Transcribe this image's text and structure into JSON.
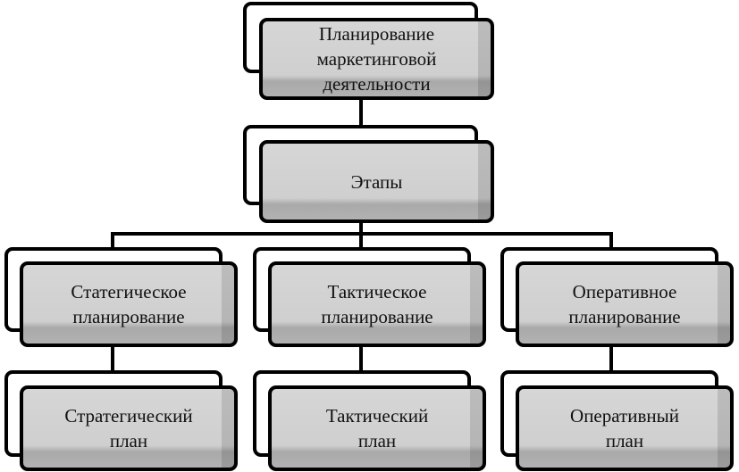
{
  "root": {
    "label": "Планирование\nмаркетинговой\nдеятельности"
  },
  "stages": {
    "label": "Этапы"
  },
  "columns": [
    {
      "planning": "Статегическое\nпланирование",
      "plan": "Стратегический\nплан"
    },
    {
      "planning": "Тактическое\nпланирование",
      "plan": "Тактический\nплан"
    },
    {
      "planning": "Оперативное\nпланирование",
      "plan": "Оперативный\nплан"
    }
  ]
}
